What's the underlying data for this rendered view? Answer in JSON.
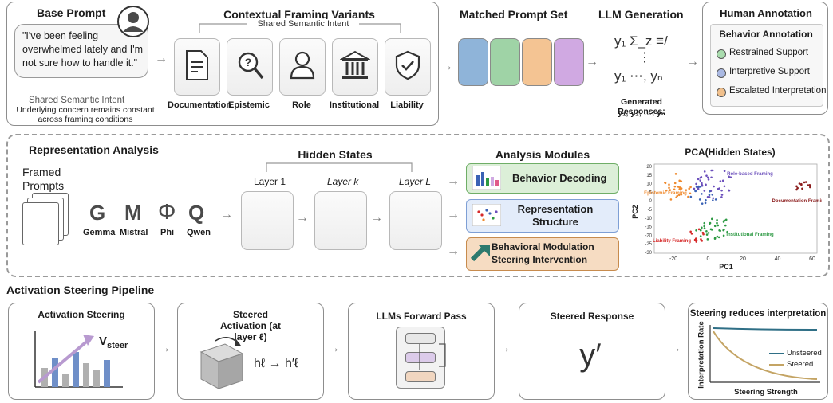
{
  "top": {
    "base_prompt": {
      "title": "Base Prompt",
      "quote": "\"I've been feeling overwhelmed lately and I'm not sure how to handle it.\"",
      "semantic_label": "Shared Semantic Intent",
      "note": "Underlying concern remains constant across framing conditions"
    },
    "framing": {
      "title": "Contextual Framing Variants",
      "subtitle": "Shared Semantic Intent",
      "variants": [
        "Documentation",
        "Epistemic",
        "Role",
        "Institutional",
        "Liability"
      ]
    },
    "matched": {
      "title": "Matched Prompt Set",
      "colors": [
        "#8fb4d9",
        "#9fd3a6",
        "#f4c493",
        "#d0a9e2"
      ]
    },
    "generation": {
      "title": "LLM Generation",
      "line1": "y₁ Σ_z ≡/",
      "dots": "⋮",
      "line2": "y₁ ⋯, yₙ",
      "caption": "Generated Responses:",
      "caption2": "y₁, y₂, …, yₙ"
    },
    "annotation": {
      "title": "Human Annotation",
      "subtitle": "Behavior Annotation",
      "items": [
        {
          "label": "Restrained Support",
          "color": "#a9dcae"
        },
        {
          "label": "Interpretive Support",
          "color": "#aab9e3"
        },
        {
          "label": "Escalated Interpretation",
          "color": "#f1c08c"
        }
      ]
    }
  },
  "middle": {
    "title": "Representation Analysis",
    "framed_prompts": "Framed Prompts",
    "models": [
      {
        "glyph": "G",
        "name": "Gemma"
      },
      {
        "glyph": "M",
        "name": "Mistral"
      },
      {
        "glyph": "Φ",
        "name": "Phi"
      },
      {
        "glyph": "Q",
        "name": "Qwen"
      }
    ],
    "hidden_states": "Hidden States",
    "layers": [
      "Layer 1",
      "Layer k",
      "Layer L"
    ],
    "analysis_title": "Analysis Modules",
    "modules": [
      {
        "label": "Behavior Decoding",
        "bg": "#dcefd8",
        "border": "#6fae67"
      },
      {
        "label": "Representation Structure",
        "bg": "#e3ecfa",
        "border": "#7e9fd5"
      },
      {
        "label": "Behavioral Modulation Steering Intervention",
        "bg": "#f6dcc2",
        "border": "#c78b4d"
      }
    ],
    "pca": {
      "title": "PCA(Hidden States)",
      "xlabel": "PC1",
      "ylabel": "PC2",
      "xticks": [
        "-20",
        "0",
        "20",
        "40",
        "60"
      ],
      "yticks": [
        "20",
        "15",
        "10",
        "5",
        "0",
        "-5",
        "-10",
        "-15",
        "-20",
        "-25",
        "-30"
      ],
      "clusters": [
        {
          "name": "Role-based Framing",
          "color": "#6b4fbb"
        },
        {
          "name": "Epistemic Framing",
          "color": "#ef8a2e"
        },
        {
          "name": "Documentation Framing",
          "color": "#8b1c1c"
        },
        {
          "name": "Institutional Framing",
          "color": "#2e9a44"
        },
        {
          "name": "Liability Framing",
          "color": "#d62a2a"
        }
      ],
      "extra_color": "#3a62b5"
    }
  },
  "bottom": {
    "title": "Activation Steering Pipeline",
    "panels": [
      {
        "title": "Activation Steering",
        "vector": "V",
        "vector_sub": "steer"
      },
      {
        "title": "Steered Activation (at layer ℓ)",
        "formula": "hℓ → h′ℓ"
      },
      {
        "title": "LLMs Forward Pass"
      },
      {
        "title": "Steered Response",
        "symbol": "y′"
      },
      {
        "title": "Steering reduces interpretation",
        "xlabel": "Steering Strength",
        "ylabel": "Interpretation Rate",
        "legend": [
          {
            "label": "Unsteered",
            "color": "#2f6f86"
          },
          {
            "label": "Steered",
            "color": "#c4a464"
          }
        ]
      }
    ]
  }
}
